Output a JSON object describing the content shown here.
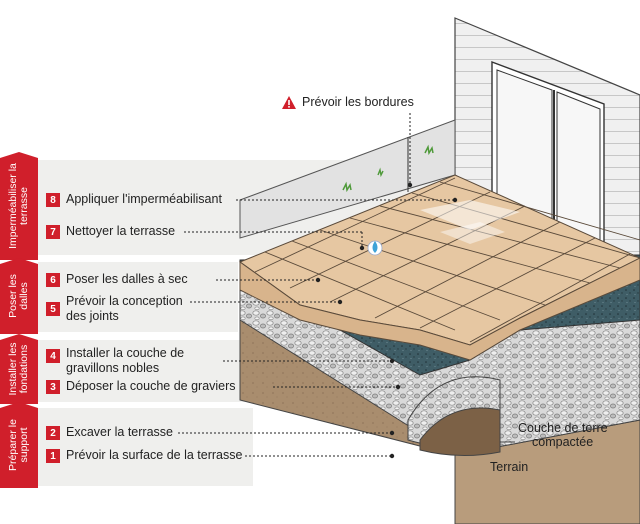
{
  "phases": [
    {
      "label_line1": "Imperméabiliser la",
      "label_line2": "terrasse"
    },
    {
      "label_line1": "Poser les",
      "label_line2": "dalles"
    },
    {
      "label_line1": "Installer les",
      "label_line2": "fondations"
    },
    {
      "label_line1": "Préparer le",
      "label_line2": "support"
    }
  ],
  "steps": [
    {
      "num": "8",
      "text": "Appliquer l'imperméabilisant",
      "text2": ""
    },
    {
      "num": "7",
      "text": "Nettoyer la terrasse",
      "text2": ""
    },
    {
      "num": "6",
      "text": "Poser les dalles à sec",
      "text2": ""
    },
    {
      "num": "5",
      "text": "Prévoir la conception",
      "text2": "des joints"
    },
    {
      "num": "4",
      "text": "Installer la couche de",
      "text2": "gravillons nobles"
    },
    {
      "num": "3",
      "text": "Déposer la couche de graviers",
      "text2": ""
    },
    {
      "num": "2",
      "text": "Excaver la terrasse",
      "text2": ""
    },
    {
      "num": "1",
      "text": "Prévoir la surface de la terrasse",
      "text2": ""
    }
  ],
  "warning": {
    "icon": "warning-triangle-icon",
    "text": "Prévoir les bordures"
  },
  "layers": {
    "compacted_soil_line1": "Couche de terre",
    "compacted_soil_line2": "compactée",
    "ground": "Terrain"
  },
  "colors": {
    "accent": "#d01f2b",
    "panel": "#eeeeec",
    "tile": "#e8c8a4",
    "membrane": "#3c5a62",
    "gravel": "#cfcfcf",
    "soil": "#a58a6c"
  }
}
